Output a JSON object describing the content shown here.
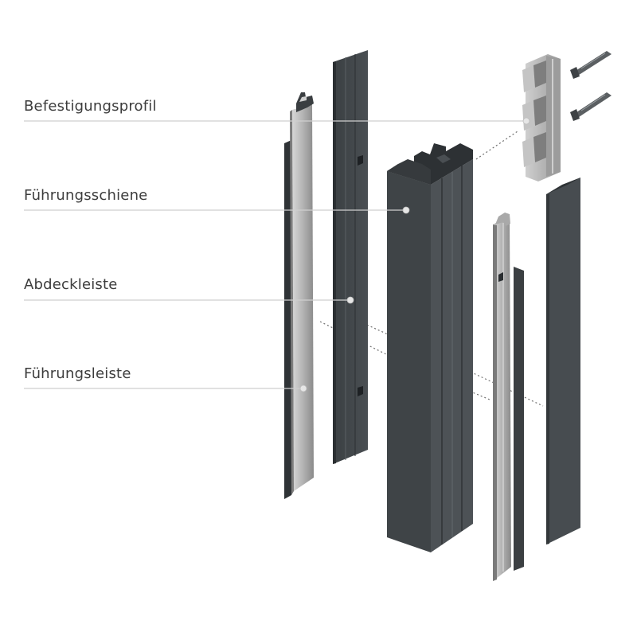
{
  "labels": [
    {
      "text": "Befestigungsprofil"
    },
    {
      "text": "Führungsschiene"
    },
    {
      "text": "Abdeckleiste"
    },
    {
      "text": "Führungsleiste"
    }
  ],
  "colors": {
    "anthracite": "#3f4447",
    "anthracite_dark": "#2c3033",
    "anthracite_light": "#555a5e",
    "aluminium": "#b9b9b9",
    "aluminium_dark": "#8f8f8f",
    "leader_line": "#cfcfcf",
    "label_text": "#3c3c3c"
  }
}
